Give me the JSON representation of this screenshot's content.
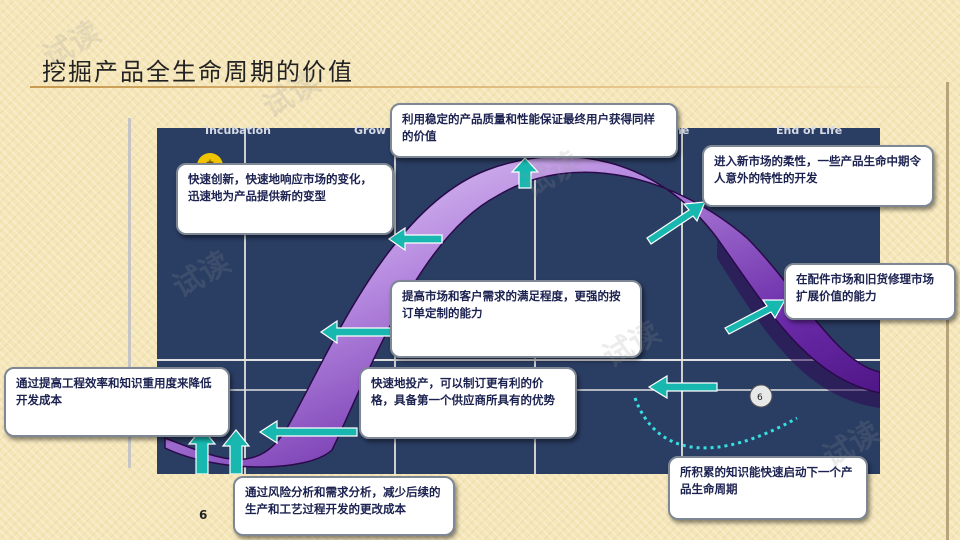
{
  "slide": {
    "title": "挖掘产品全生命周期的价值",
    "page_number": "6",
    "curve_marker": "6",
    "watermark": "试读"
  },
  "stages": [
    {
      "label": "Incubation"
    },
    {
      "label": "Grow"
    },
    {
      "label": "he"
    },
    {
      "label": "End of Life"
    }
  ],
  "callouts": {
    "top": "利用稳定的产品质量和性能保证最终用户获得同样的价值",
    "left_upper": "快速创新，快速地响应市场的变化，迅速地为产品提供新的变型",
    "right_upper": "进入新市场的柔性，一些产品生命中期令人意外的特性的开发",
    "right_middle": "在配件市场和旧货修理市场扩展价值的能力",
    "center": "提高市场和客户需求的满足程度，更强的按订单定制的能力",
    "left_lower": "通过提高工程效率和知识重用度来降低开发成本",
    "center_lower": "快速地投产，可以制订更有利的价格，具备第一个供应商所具有的优势",
    "bottom": "通过风险分析和需求分析，减少后续的生产和工艺过程开发的更改成本",
    "bottom_right": "所积累的知识能快速启动下一个产品生命周期"
  },
  "colors": {
    "background": "#f5e6b8",
    "panel": "#2a3d63",
    "curve_light": "#e9d8ff",
    "curve_dark": "#4a0f80",
    "arrow": "#18b8b0",
    "callout_text": "#1c2250"
  }
}
